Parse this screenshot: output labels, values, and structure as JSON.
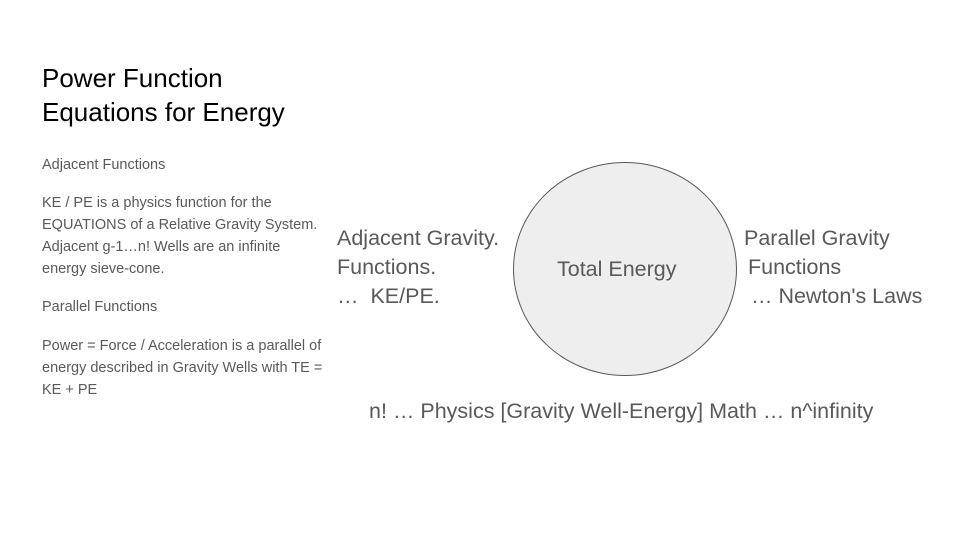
{
  "title": "Power Function Equations for Energy",
  "sidebar": {
    "heading1": "Adjacent Functions",
    "para1": "KE / PE is a physics function for the EQUATIONS of a Relative Gravity System. Adjacent g-1…n! Wells are an infinite energy sieve-cone.",
    "heading2": "Parallel Functions",
    "para2": "Power = Force / Acceleration is a parallel of energy described in Gravity Wells with TE = KE + PE"
  },
  "diagram": {
    "center_label": "Total Energy",
    "left_lines": [
      "Adjacent Gravity.",
      "Functions.",
      "…  KE/PE."
    ],
    "right_lines": [
      "Parallel Gravity",
      " Functions",
      " … Newton's Laws"
    ],
    "bottom_label": "n! … Physics [Gravity Well-Energy] Math … n^infinity"
  }
}
